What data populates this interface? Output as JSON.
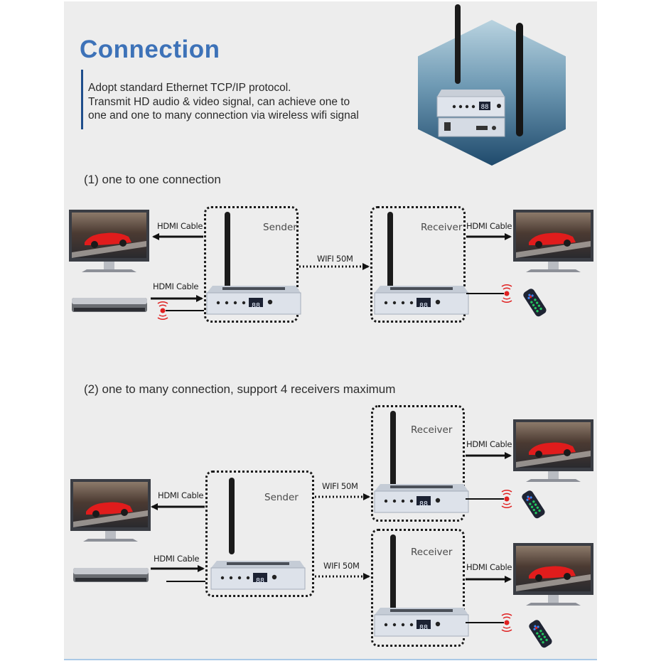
{
  "header": {
    "title": "Connection",
    "description": [
      "Adopt standard Ethernet TCP/IP protocol.",
      "Transmit HD audio & video signal, can achieve one to",
      "one and one to many connection via wireless wifi signal"
    ]
  },
  "product_badge": {
    "icon": "wifi-extender-device-icon",
    "display": "88"
  },
  "sections": [
    {
      "heading": "(1) one to one connection",
      "sender": {
        "label": "Sender",
        "display": "88"
      },
      "receivers": [
        {
          "label": "Receiver",
          "display": "88",
          "output_label": "HDMI Cable"
        }
      ],
      "link_label": "WIFI 50M",
      "sender_out_label": "HDMI Cable",
      "source_in_label": "HDMI Cable"
    },
    {
      "heading": "(2) one to many connection, support 4 receivers maximum",
      "sender": {
        "label": "Sender",
        "display": "88"
      },
      "receivers": [
        {
          "label": "Receiver",
          "display": "88",
          "output_label": "HDMI Cable"
        },
        {
          "label": "Receiver",
          "display": "88",
          "output_label": "HDMI Cable"
        }
      ],
      "link_labels": [
        "WIFI 50M",
        "WIFI 50M"
      ],
      "sender_out_label": "HDMI Cable",
      "source_in_label": "HDMI Cable"
    }
  ],
  "icons": [
    "monitor-icon",
    "set-top-box-icon",
    "ir-emitter-icon",
    "remote-control-icon",
    "antenna-icon"
  ],
  "colors": {
    "title": "#3d72b8",
    "accent_bar": "#1f4e8c",
    "background": "#ededed",
    "ir_red": "#e02020",
    "remote_green": "#22c55e"
  }
}
